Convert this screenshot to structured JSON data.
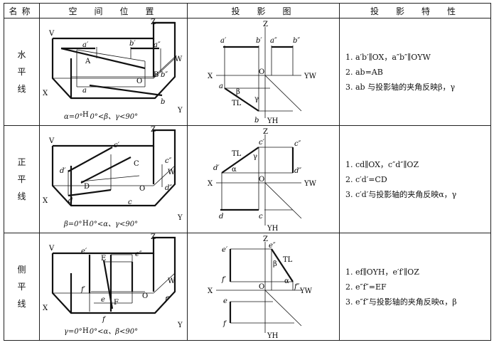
{
  "headers": [
    "名称",
    "空　间　位　置",
    "投　影　图",
    "投　影　特　性"
  ],
  "rows": [
    {
      "name": [
        "水",
        "平",
        "线"
      ],
      "caption": "α=0°　0°<β、γ<90°",
      "props": [
        "1. a′b′∥OX，a″b″∥OYW",
        "2. ab=AB",
        "3. ab 与投影轴的夹角反映β，γ"
      ]
    },
    {
      "name": [
        "正",
        "平",
        "线"
      ],
      "caption": "β=0°　0°<α、γ<90°",
      "props": [
        "1. cd∥OX，c″d″∥OZ",
        "2. c′d′=CD",
        "3. c′d′与投影轴的夹角反映α，γ"
      ]
    },
    {
      "name": [
        "侧",
        "平",
        "线"
      ],
      "caption": "γ=0°　0°<α、β<90°",
      "props": [
        "1. ef∥OYH，e′f′∥OZ",
        "2. e″f″=EF",
        "3. e″f″与投影轴的夹角反映α，β"
      ]
    }
  ],
  "labels": {
    "V": "V",
    "H": "H",
    "W": "W",
    "X": "X",
    "Y": "Y",
    "Z": "Z",
    "O": "O",
    "YW": "YW",
    "YH": "YH",
    "TL": "TL",
    "a1": "a′",
    "b1": "b′",
    "a2": "a″",
    "b2": "b″",
    "A": "A",
    "B": "B",
    "a": "a",
    "b": "b",
    "c1": "c′",
    "d1": "d′",
    "c2": "c″",
    "d2": "d″",
    "C": "C",
    "D": "D",
    "c": "c",
    "d": "d",
    "e1": "e′",
    "f1": "f′",
    "e2": "e″",
    "f2": "f″",
    "E": "E",
    "F": "F",
    "e": "e",
    "f": "f",
    "alpha": "α",
    "beta": "β",
    "gamma": "γ"
  }
}
